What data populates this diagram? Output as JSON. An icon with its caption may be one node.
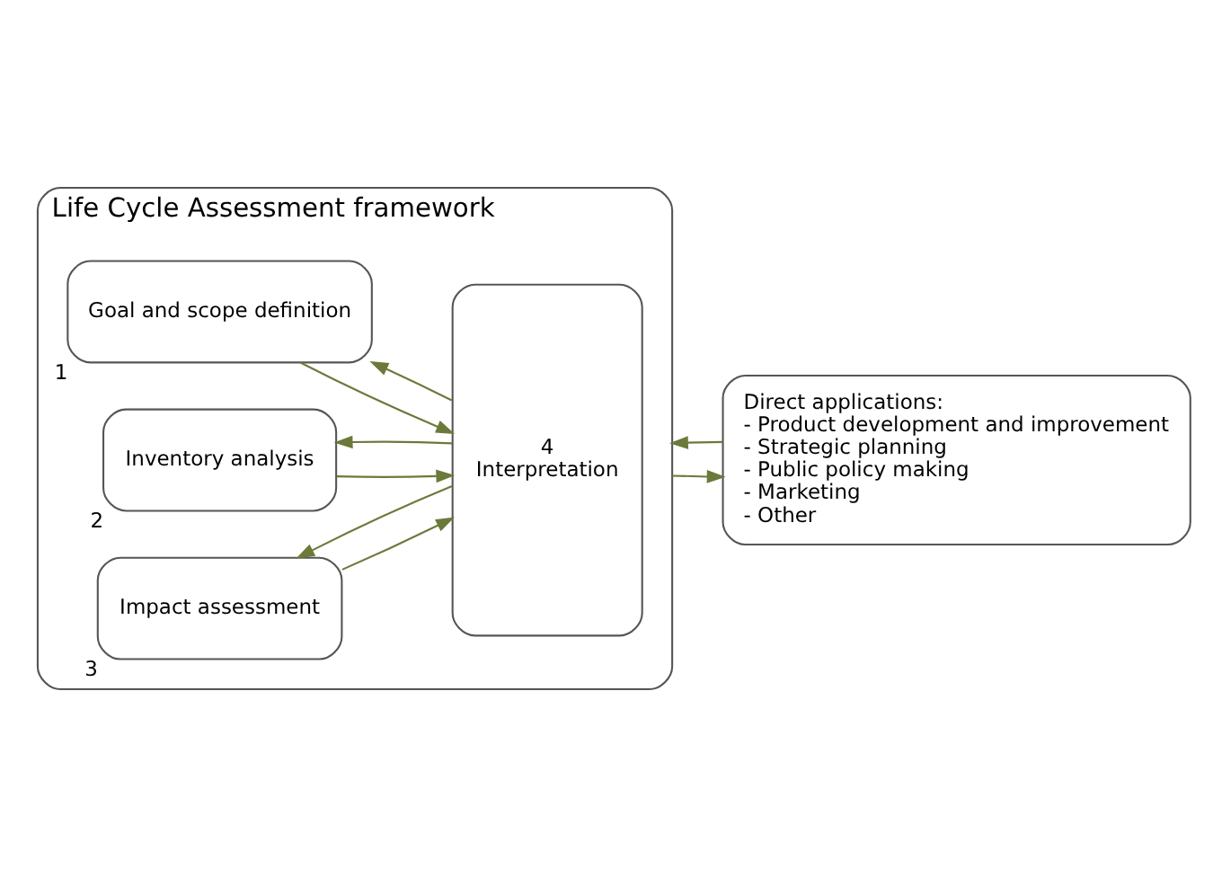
{
  "diagram": {
    "nodes": [
      {
        "text": [
          "Life Cycle Assessment framework"
        ]
      },
      {
        "text": [
          "Goal and scope definition"
        ],
        "in": 0,
        "beside": [
          "1"
        ]
      },
      {
        "text": [
          "Inventory analysis"
        ],
        "in": 0,
        "beside": [
          "2"
        ]
      },
      {
        "text": [
          "Impact assessment"
        ],
        "in": 0,
        "beside": [
          "3"
        ]
      },
      {
        "text": [
          "4",
          "Interpretation"
        ],
        "in": 0
      },
      {
        "text": [
          "Direct applications:",
          "- Product development and improvement",
          "- Strategic planning",
          "- Public policy making",
          "- Marketing",
          "- Other"
        ]
      }
    ],
    "edges": [
      {
        "from": 1,
        "to": 4,
        "arrow": "to"
      },
      {
        "from": 4,
        "to": 1,
        "arrow": "to"
      },
      {
        "from": 2,
        "to": 4,
        "arrow": "to"
      },
      {
        "from": 4,
        "to": 2,
        "arrow": "to"
      },
      {
        "from": 3,
        "to": 4,
        "arrow": "to"
      },
      {
        "from": 4,
        "to": 3,
        "arrow": "to"
      },
      {
        "from": 0,
        "to": 5,
        "arrow": "to"
      },
      {
        "from": 5,
        "to": 0,
        "arrow": "to"
      }
    ]
  }
}
